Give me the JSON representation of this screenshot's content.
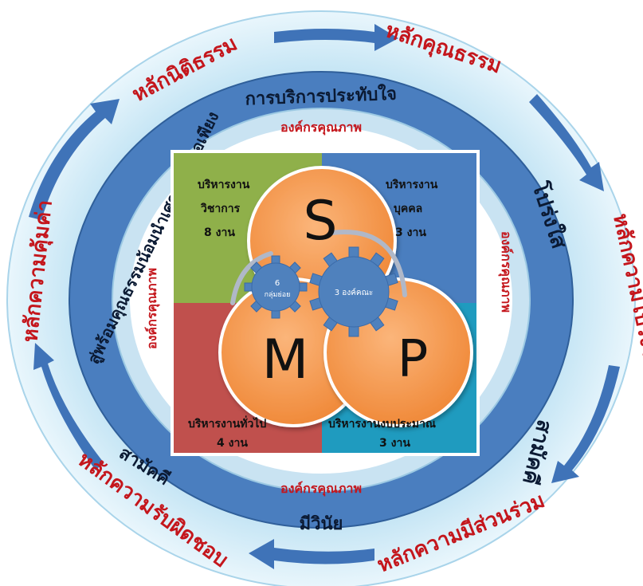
{
  "colors": {
    "outer_ring_light": "#d9eef8",
    "outer_ring_mid": "#b8def0",
    "middle_ring": "#4a7ebf",
    "inner_ring": "#c9e3f2",
    "arrow": "#3f73b8",
    "outer_text": "#c4161c",
    "quality_text": "#c4161c",
    "quad_green": "#8fb04a",
    "quad_blue": "#4a7ebf",
    "quad_red": "#c0504d",
    "quad_cyan": "#1f9bbf",
    "circle_orange": "#f79646",
    "gear": "#4f81bd"
  },
  "outer_principles": {
    "top_left": "หลักนิติธรรม",
    "top_right": "หลักคุณธรรม",
    "right": "หลักความโปร่งใส",
    "bottom_right": "หลักความมีส่วนร่วม",
    "bottom_left": "หลักความรับผิดชอบ",
    "left": "หลักความคุ้มค่า"
  },
  "middle_ring": {
    "top": "การบริการประทับใจ",
    "right_upper": "โปร่งใส",
    "right_lower": "สามัคคี",
    "bottom": "มีวินัย",
    "bottom_left": "สามัคคี",
    "left": "สู่พร้อมคุณธรรมน้อมนำเศรษฐกิจพอเพียง"
  },
  "inner_ring": {
    "quality_label": "องค์กรคุณภาพ"
  },
  "quadrants": {
    "academic": {
      "title": "บริหารงาน",
      "subtitle": "วิชาการ",
      "count": "8 งาน"
    },
    "personnel": {
      "title": "บริหารงาน",
      "subtitle": "บุคคล",
      "count": "3 งาน"
    },
    "general": {
      "title": "บริหารงานทั่วไป",
      "count": "4 งาน"
    },
    "budget": {
      "title": "บริหารงานงบประมาณ",
      "count": "3 งาน"
    }
  },
  "circles": {
    "s": "S",
    "m": "M",
    "p": "P"
  },
  "gears": {
    "small_num": "6",
    "small_label": "กลุ่มย่อย",
    "large_label": "3 องค์คณะ"
  }
}
